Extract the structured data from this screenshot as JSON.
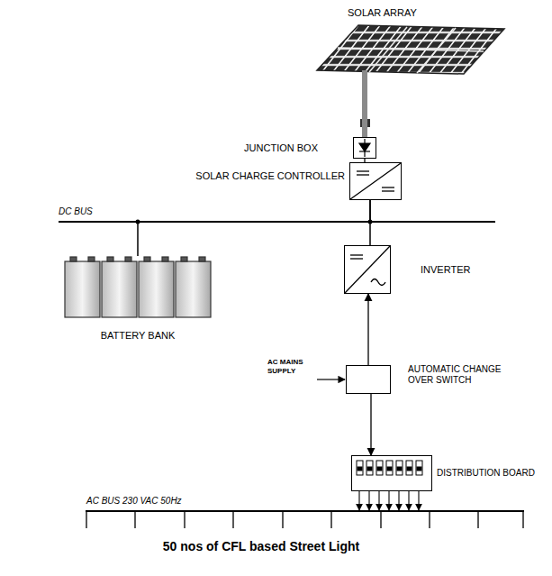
{
  "diagram": {
    "nodes": [
      {
        "text": [
          "SOLAR ARRAY"
        ]
      },
      {
        "text": [
          "JUNCTION BOX"
        ]
      },
      {
        "text": [
          "SOLAR CHARGE CONTROLLER"
        ]
      },
      {
        "text": [
          "BATTERY BANK"
        ]
      },
      {
        "text": [
          "INVERTER"
        ]
      },
      {
        "text": [
          "AUTOMATIC CHANGE OVER SWITCH"
        ]
      },
      {
        "text": [
          "DISTRIBUTION BOARD"
        ]
      }
    ],
    "edges": [
      {
        "from": 0,
        "to": 1,
        "arrow": "none"
      },
      {
        "from": 1,
        "to": 2,
        "arrow": "none"
      },
      {
        "from": 2,
        "to": 4,
        "arrow": "none"
      },
      {
        "from": 3,
        "to": 2,
        "arrow": "none"
      },
      {
        "from": 5,
        "to": 4,
        "arrow": "to"
      },
      {
        "from": 5,
        "to": 6,
        "arrow": "to"
      }
    ],
    "labels": [
      "DC BUS",
      "AC MAINS SUPPLY",
      "AC BUS 230 VAC 50Hz",
      "50 nos of CFL based Street Light"
    ]
  }
}
